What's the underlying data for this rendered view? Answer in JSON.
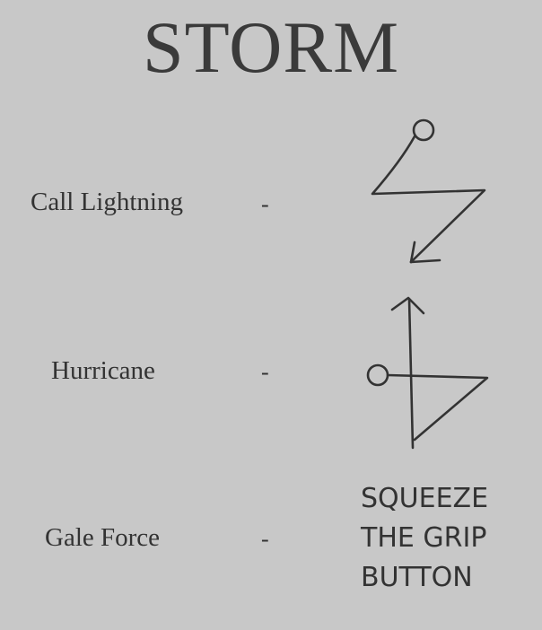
{
  "title": "STORM",
  "spells": [
    {
      "name": "Call Lightning",
      "separator": "-",
      "gesture_icon": "lightning-bolt-gesture-icon"
    },
    {
      "name": "Hurricane",
      "separator": "-",
      "gesture_icon": "hurricane-gesture-icon"
    },
    {
      "name": "Gale Force",
      "separator": "-",
      "instruction_lines": [
        "SQUEEZE",
        "THE GRIP",
        "BUTTON"
      ]
    }
  ],
  "colors": {
    "background": "#c8c8c8",
    "text": "#333333",
    "stroke": "#333333"
  }
}
